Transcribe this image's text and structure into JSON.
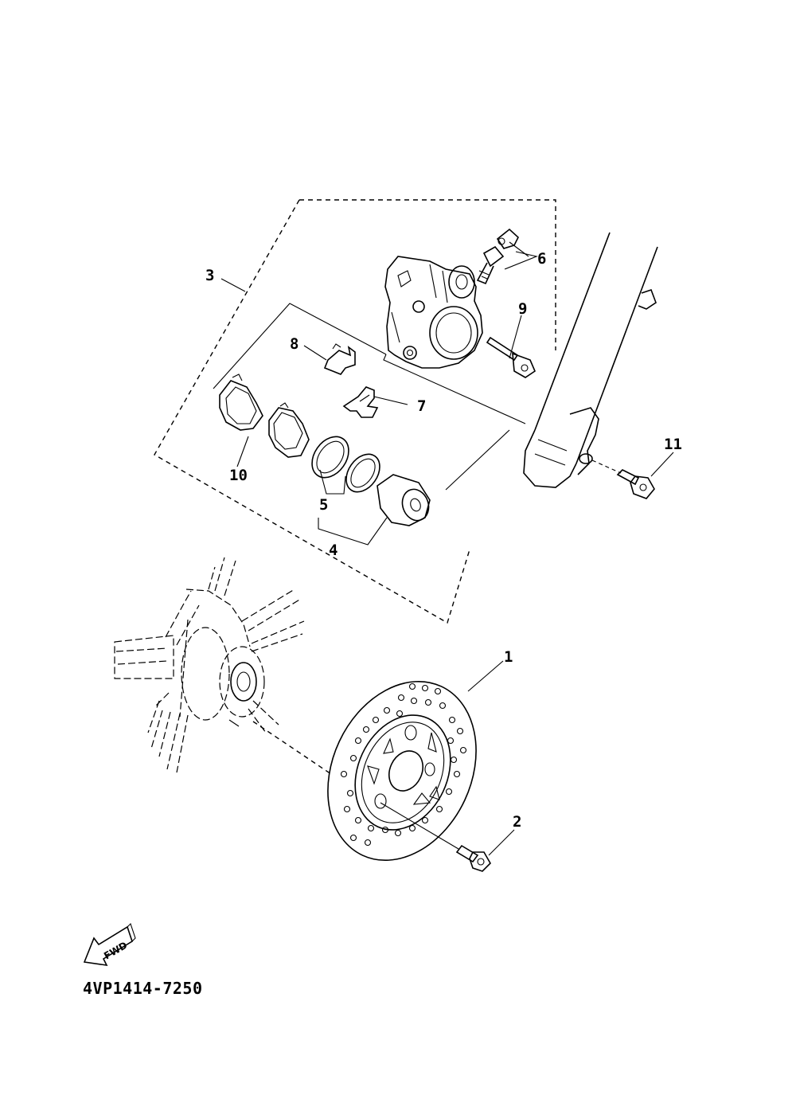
{
  "diagram": {
    "part_code": "4VP1414-7250",
    "direction_badge": "FWD",
    "callouts": [
      "1",
      "2",
      "3",
      "4",
      "5",
      "6",
      "7",
      "8",
      "9",
      "10",
      "11"
    ]
  }
}
